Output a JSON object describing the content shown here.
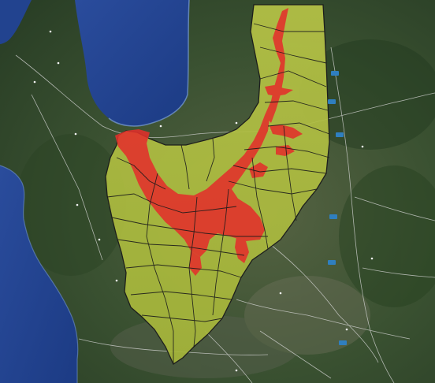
{
  "map": {
    "basemap": "satellite-imagery",
    "colors": {
      "ocean_deep": "#1f3f8a",
      "ocean_light": "#3b63b3",
      "land_forest": "#2f4a2a",
      "land_plain": "#5f6b4a",
      "basin_fill": "#b9c441",
      "flood_fill": "#e3302b",
      "boundary_line": "#1b1b1b",
      "road_line": "#cfcfcf",
      "shield": "#2f7fbf"
    },
    "layers": [
      "watershed-subbasins",
      "flood-hazard-area",
      "road-network",
      "place-labels"
    ]
  }
}
